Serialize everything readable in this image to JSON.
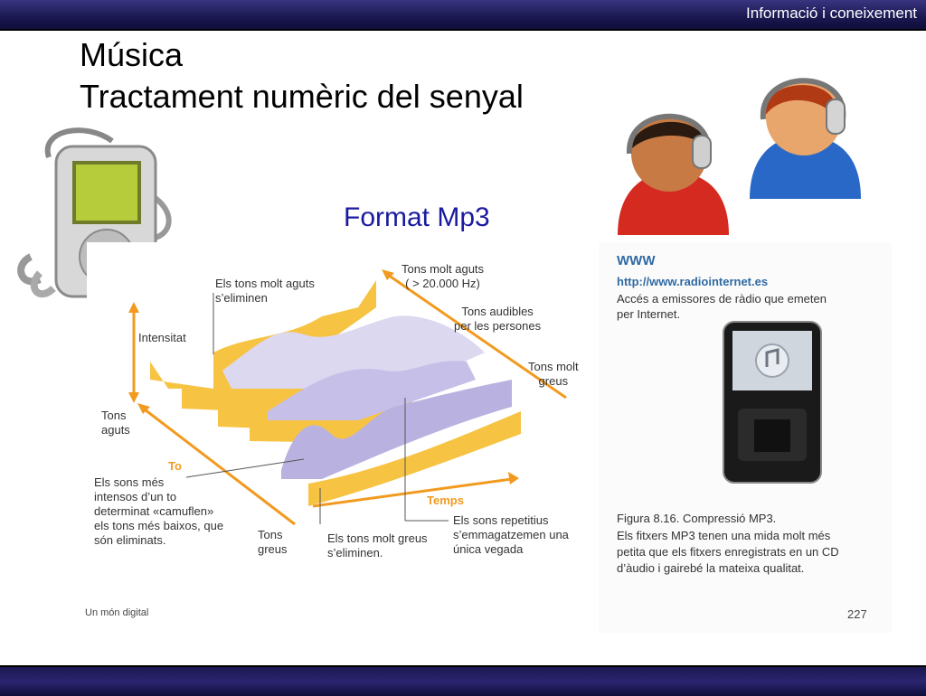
{
  "header": {
    "right_text": "Informació i coneixement"
  },
  "slide": {
    "title_line1": "Música",
    "title_line2": "Tractament numèric del senyal",
    "subtitle": "Format Mp3"
  },
  "figure": {
    "labels": {
      "intensitat": "Intensitat",
      "tons_molt_aguts_top": "Els tons molt aguts\ns’eliminen",
      "tons_molt_aguts_hz": "Tons molt aguts\n( > 20.000 Hz)",
      "tons_audibles": "Tons audibles\nper les persones",
      "tons_molt_greus": "Tons molt\ngreus",
      "tons_aguts": "Tons\naguts",
      "to": "To",
      "sons_intensos": "Els sons més\nintensos d’un to\ndeterminat «camuflen»\nels tons més baixos, que\nsón eliminats.",
      "tons_greus": "Tons\ngreus",
      "tons_molt_greus_elim": "Els tons molt greus\ns’eliminen.",
      "temps": "Temps",
      "sons_repetitius": "Els sons repetitius\ns’emmagatzemen una\núnica vegada"
    },
    "www": "WWW",
    "url": "http://www.radiointernet.es",
    "url_desc": "Accés a emissores de ràdio que emeten\nper Internet.",
    "caption_title": "Figura 8.16.  Compressió MP3.",
    "caption_text": "Els fitxers MP3 tenen una mida molt més\npetita que els fitxers enregistrats en un CD\nd’àudio i gairebé la mateixa qualitat.",
    "footer_left": "Un món digital",
    "footer_right": "227"
  },
  "colors": {
    "accent_title": "#1a1aa0",
    "header_bar": "#1a1850",
    "wave_orange": "#f7c343",
    "wave_purple": "#b9b2e0",
    "link_blue": "#2f6aa3"
  },
  "icons": [
    "mp3-player-icon",
    "listener-person-red-icon",
    "listener-person-blue-icon",
    "ipod-device-icon"
  ]
}
